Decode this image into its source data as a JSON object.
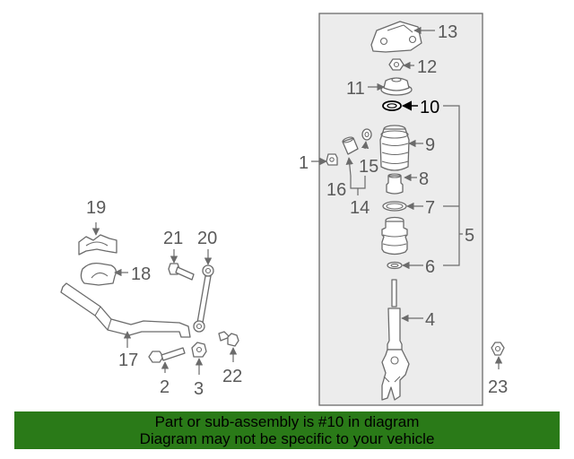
{
  "diagram": {
    "callouts": {
      "c1": "1",
      "c2": "2",
      "c3": "3",
      "c4": "4",
      "c5": "5",
      "c6": "6",
      "c7": "7",
      "c8": "8",
      "c9": "9",
      "c10": "10",
      "c11": "11",
      "c12": "12",
      "c13": "13",
      "c14": "14",
      "c15": "15",
      "c16": "16",
      "c17": "17",
      "c18": "18",
      "c19": "19",
      "c20": "20",
      "c21": "21",
      "c22": "22",
      "c23": "23"
    },
    "highlighted_part": "10",
    "colors": {
      "line": "#6b6b6b",
      "box_fill": "#ececec",
      "highlight": "#000000",
      "banner": "#2a7a18"
    }
  },
  "banner": {
    "line1": "Part or sub-assembly is #10 in diagram",
    "line2": "Diagram may not be specific to your vehicle"
  }
}
